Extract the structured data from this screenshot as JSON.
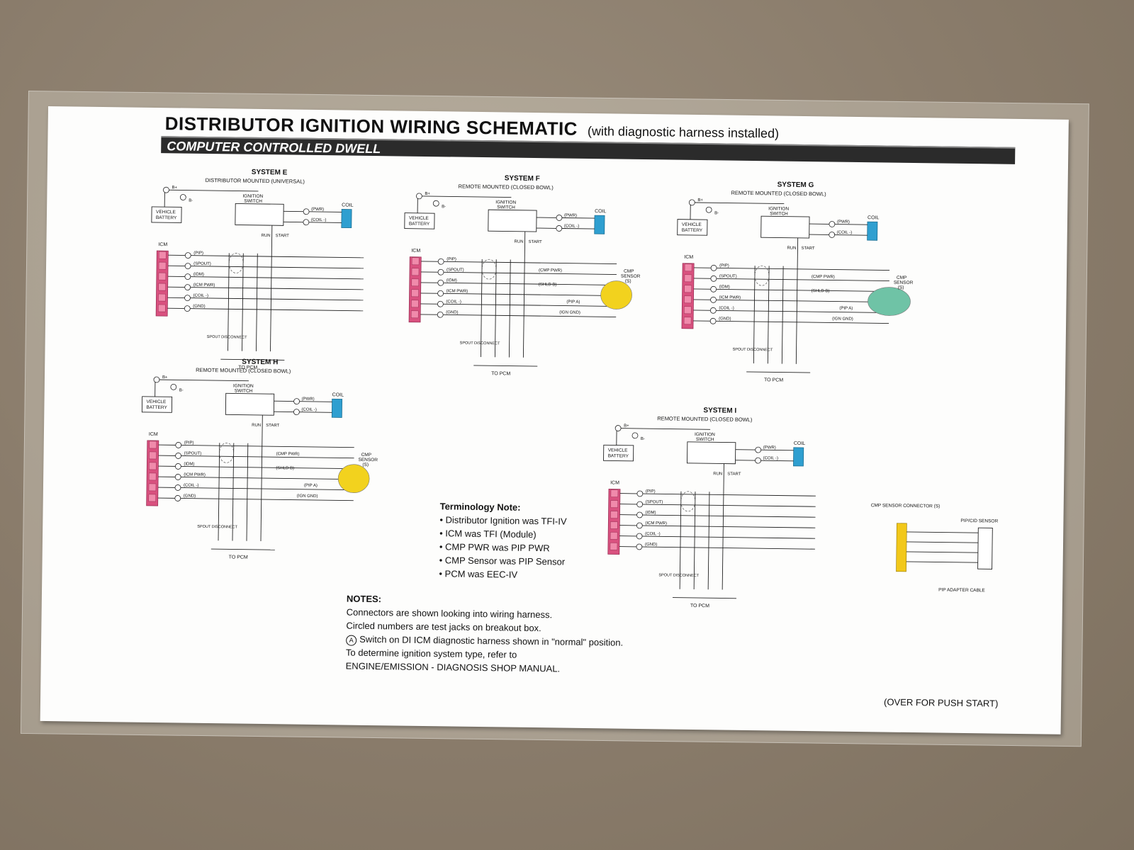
{
  "sheet": {
    "title": "DISTRIBUTOR IGNITION WIRING SCHEMATIC",
    "subtitle": "(with diagnostic harness installed)",
    "band": "COMPUTER CONTROLLED DWELL",
    "footer": "(OVER FOR PUSH START)"
  },
  "colors": {
    "icm": "#d9517f",
    "coil": "#2f9fd0",
    "cmp_sensor": "#f2d21e",
    "cmp_sensor_g": "#6fc3a6",
    "connector_i": "#f2c81a"
  },
  "systems": {
    "e": {
      "name": "SYSTEM E",
      "desc": "DISTRIBUTOR MOUNTED (UNIVERSAL)",
      "to_pcm": "TO PCM"
    },
    "f": {
      "name": "SYSTEM F",
      "desc": "REMOTE MOUNTED (CLOSED BOWL)",
      "to_pcm": "TO PCM"
    },
    "g": {
      "name": "SYSTEM G",
      "desc": "REMOTE MOUNTED (CLOSED BOWL)",
      "to_pcm": "TO PCM"
    },
    "h": {
      "name": "SYSTEM H",
      "desc": "REMOTE MOUNTED (CLOSED BOWL)",
      "to_pcm": "TO PCM"
    },
    "i": {
      "name": "SYSTEM I",
      "desc": "REMOTE MOUNTED (CLOSED BOWL)",
      "to_pcm": "TO PCM"
    }
  },
  "labels": {
    "icm": "ICM",
    "coil": "COIL",
    "vehicle": "VEHICLE",
    "battery": "BATTERY",
    "ignition": "IGNITION",
    "switch": "SWITCH",
    "run": "RUN",
    "start": "START",
    "b_plus": "B+",
    "b_minus": "B-",
    "pwr": "(PWR)",
    "coil_minus": "(COIL -)",
    "pip": "(PIP)",
    "spout": "(SPOUT)",
    "idm": "(IDM)",
    "icm_pwr": "(ICM PWR)",
    "ign_gnd": "(IGN GND)",
    "gnd": "(GND)",
    "cmp_pwr": "(CMP PWR)",
    "shld_b": "(SHLD B)",
    "pip_a": "(PIP A)",
    "cmp": "CMP",
    "sensor": "SENSOR",
    "s": "(S)",
    "spout_disconnect": "SPOUT DISCONNECT",
    "cmp_sensor_connector": "CMP SENSOR CONNECTOR (S)",
    "pip_cid_sensor": "PIP/CID SENSOR",
    "pip_adapter_cable": "PIP ADAPTER CABLE"
  },
  "terminology": {
    "heading": "Terminology Note:",
    "items": [
      "Distributor Ignition was TFI-IV",
      "ICM was TFI (Module)",
      "CMP PWR was PIP PWR",
      "CMP Sensor was PIP Sensor",
      "PCM was EEC-IV"
    ]
  },
  "notes": {
    "heading": "NOTES:",
    "line1": "Connectors are shown looking into wiring harness.",
    "line2": "Circled numbers are test jacks on breakout box.",
    "switch_glyph": "A",
    "line3": "Switch on DI ICM diagnostic harness shown in \"normal\" position.",
    "line4": "To determine ignition system type, refer to",
    "line5": "ENGINE/EMISSION - DIAGNOSIS SHOP MANUAL."
  }
}
